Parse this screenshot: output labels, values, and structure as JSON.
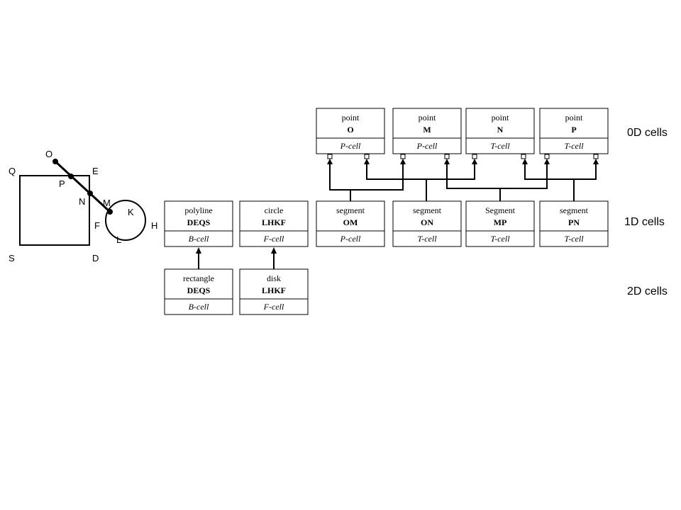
{
  "figure": {
    "points": {
      "O": "O",
      "E": "E",
      "Q": "Q",
      "P": "P",
      "N": "N",
      "M": "M",
      "K": "K",
      "F": "F",
      "H": "H",
      "L": "L",
      "S": "S",
      "D": "D"
    }
  },
  "rows": {
    "zero_d": "0D cells",
    "one_d": "1D cells",
    "two_d": "2D cells"
  },
  "cells": {
    "point_o": {
      "type": "point",
      "name": "O",
      "kind": "P-cell"
    },
    "point_m": {
      "type": "point",
      "name": "M",
      "kind": "P-cell"
    },
    "point_n": {
      "type": "point",
      "name": "N",
      "kind": "T-cell"
    },
    "point_p": {
      "type": "point",
      "name": "P",
      "kind": "T-cell"
    },
    "polyline": {
      "type": "polyline",
      "name": "DEQS",
      "kind": "B-cell"
    },
    "circle": {
      "type": "circle",
      "name": "LHKF",
      "kind": "F-cell"
    },
    "segment_om": {
      "type": "segment",
      "name": "OM",
      "kind": "P-cell"
    },
    "segment_on": {
      "type": "segment",
      "name": "ON",
      "kind": "T-cell"
    },
    "segment_mp": {
      "type": "Segment",
      "name": "MP",
      "kind": "T-cell"
    },
    "segment_pn": {
      "type": "segment",
      "name": "PN",
      "kind": "T-cell"
    },
    "rectangle": {
      "type": "rectangle",
      "name": "DEQS",
      "kind": "B-cell"
    },
    "disk": {
      "type": "disk",
      "name": "LHKF",
      "kind": "F-cell"
    }
  }
}
